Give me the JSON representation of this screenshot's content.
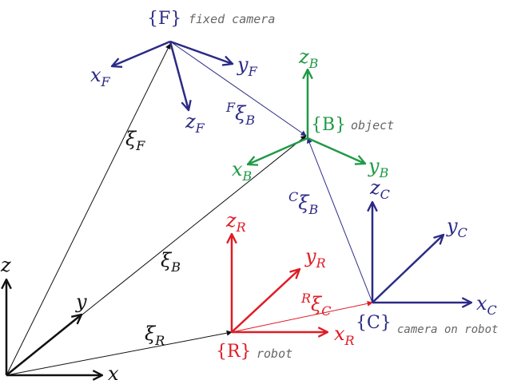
{
  "colors": {
    "world": "#111111",
    "fixed_camera": "#2b2a86",
    "object": "#1f9a45",
    "robot": "#e01b24",
    "camera_on_robot": "#2b2a86",
    "note": "#666666"
  },
  "world": {
    "axes": {
      "x": "x",
      "y": "y",
      "z": "z"
    },
    "vectors": {
      "to_fixed_camera": "ξ",
      "to_fixed_camera_sub": "F",
      "to_object": "ξ",
      "to_object_sub": "B",
      "to_robot": "ξ",
      "to_robot_sub": "R"
    }
  },
  "fixed_camera": {
    "frame_label": "{F}",
    "note": "fixed camera",
    "axes": {
      "x": "x",
      "x_sub": "F",
      "y": "y",
      "y_sub": "F",
      "z": "z",
      "z_sub": "F"
    },
    "pose_of_object": {
      "pre": "F",
      "sym": "ξ",
      "sub": "B"
    }
  },
  "object": {
    "frame_label": "{B}",
    "note": "object",
    "axes": {
      "x": "x",
      "x_sub": "B",
      "y": "y",
      "y_sub": "B",
      "z": "z",
      "z_sub": "B"
    }
  },
  "robot": {
    "frame_label": "{R}",
    "note": "robot",
    "axes": {
      "x": "x",
      "x_sub": "R",
      "y": "y",
      "y_sub": "R",
      "z": "z",
      "z_sub": "R"
    },
    "pose_of_camera": {
      "pre": "R",
      "sym": "ξ",
      "sub": "C"
    }
  },
  "camera_on_robot": {
    "frame_label": "{C}",
    "note": "camera on robot",
    "axes": {
      "x": "x",
      "x_sub": "C",
      "y": "y",
      "y_sub": "C",
      "z": "z",
      "z_sub": "C"
    },
    "pose_of_object": {
      "pre": "C",
      "sym": "ξ",
      "sub": "B"
    }
  }
}
